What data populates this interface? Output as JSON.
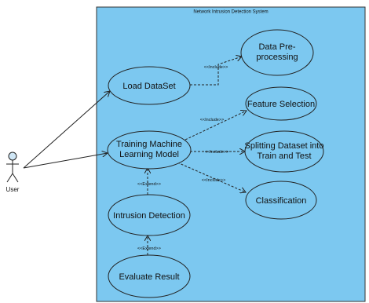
{
  "colors": {
    "system_fill": "#7cc8f0",
    "system_stroke": "#333333",
    "usecase_fill": "#7cc8f0",
    "line": "#222222",
    "actor_head": "#cfe6f5"
  },
  "system": {
    "title": "Network Intrusion Detection System"
  },
  "actor": {
    "label": "User"
  },
  "use_cases": [
    {
      "id": "load",
      "lines": [
        "Load DataSet"
      ]
    },
    {
      "id": "prep",
      "lines": [
        "Data Pre-",
        "processing"
      ]
    },
    {
      "id": "train",
      "lines": [
        "Training Machine",
        "Learning Model"
      ]
    },
    {
      "id": "feat",
      "lines": [
        "Feature Selection"
      ]
    },
    {
      "id": "split",
      "lines": [
        "Splitting Dataset into",
        "Train and Test"
      ]
    },
    {
      "id": "class",
      "lines": [
        "Classification"
      ]
    },
    {
      "id": "intr",
      "lines": [
        "Intrusion Detection"
      ]
    },
    {
      "id": "eval",
      "lines": [
        "Evaluate Result"
      ]
    }
  ],
  "relations": {
    "include_label": "<<Include>>",
    "extend_label": "<<Extend>>"
  }
}
